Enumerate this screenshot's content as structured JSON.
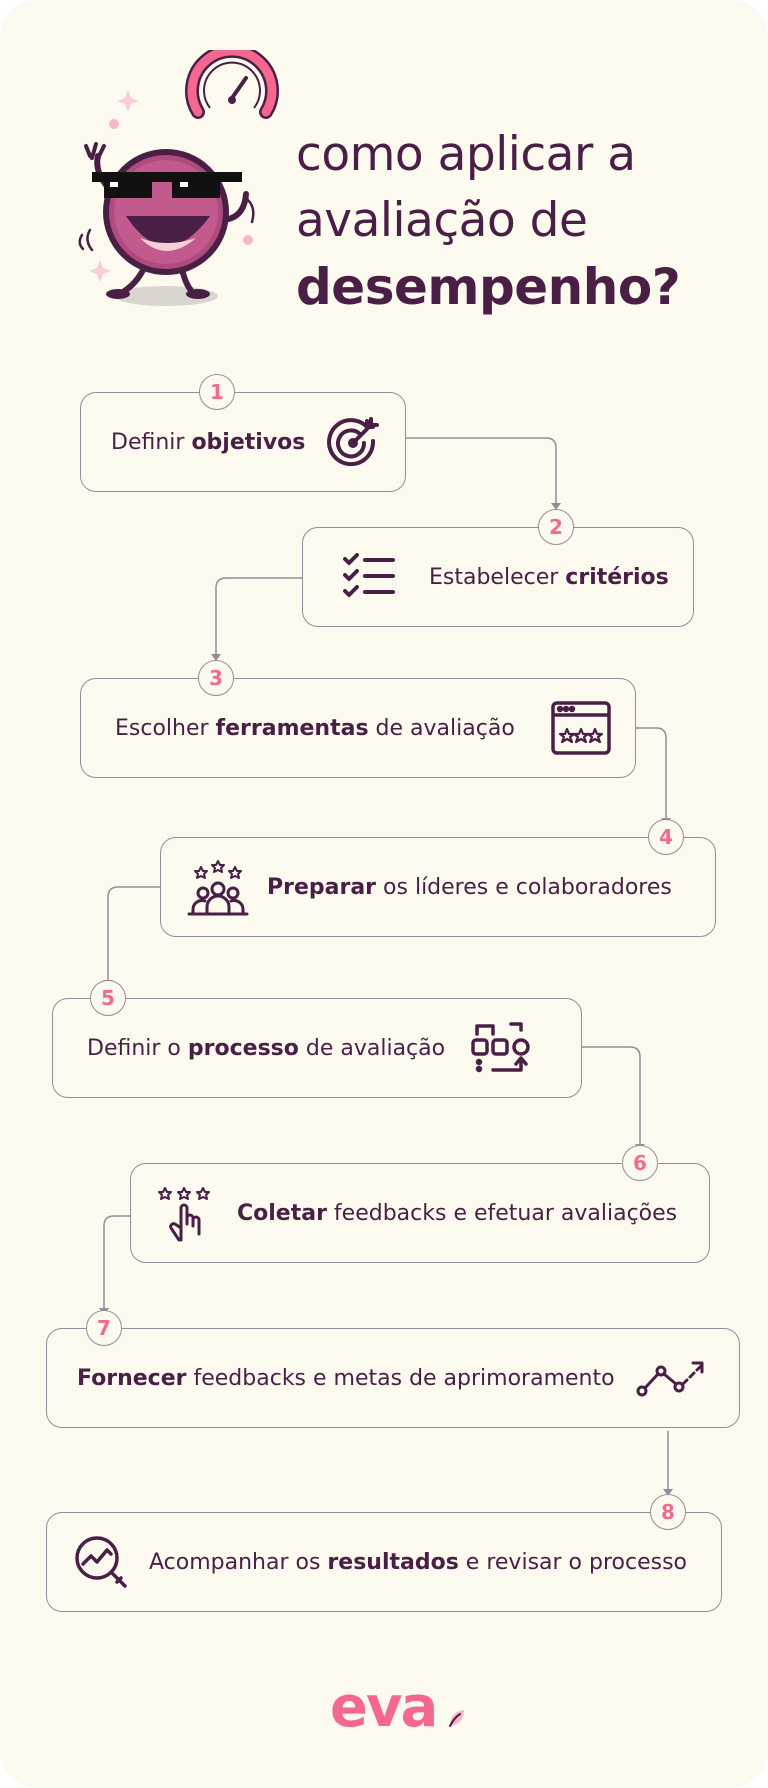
{
  "title": {
    "line1": "como aplicar a",
    "line2": "avaliação de",
    "line3": "desempenho?"
  },
  "steps": [
    {
      "number": "1",
      "pre": "Definir ",
      "bold": "objetivos",
      "post": "",
      "icon": "target-arrow-icon"
    },
    {
      "number": "2",
      "pre": "Estabelecer ",
      "bold": "critérios",
      "post": "",
      "icon": "checklist-icon"
    },
    {
      "number": "3",
      "pre": "Escolher ",
      "bold": "ferramentas",
      "post": " de avaliação",
      "icon": "rating-window-icon"
    },
    {
      "number": "4",
      "pre": "",
      "bold": "Preparar",
      "post": " os líderes e colaboradores",
      "icon": "team-stars-icon"
    },
    {
      "number": "5",
      "pre": "Definir o ",
      "bold": "processo",
      "post": " de avaliação",
      "icon": "process-flow-icon"
    },
    {
      "number": "6",
      "pre": "",
      "bold": "Coletar",
      "post": " feedbacks e efetuar avaliações",
      "icon": "hand-stars-icon"
    },
    {
      "number": "7",
      "pre": "",
      "bold": "Fornecer",
      "post": " feedbacks e metas de aprimoramento",
      "icon": "trend-line-icon"
    },
    {
      "number": "8",
      "pre": "Acompanhar os ",
      "bold": "resultados",
      "post": " e revisar o processo",
      "icon": "magnifier-chart-icon"
    }
  ],
  "logo": {
    "text": "eva"
  },
  "colors": {
    "background": "#fcf9ee",
    "text": "#4a1f46",
    "accent": "#f26a8d",
    "border": "#9a8a98"
  }
}
